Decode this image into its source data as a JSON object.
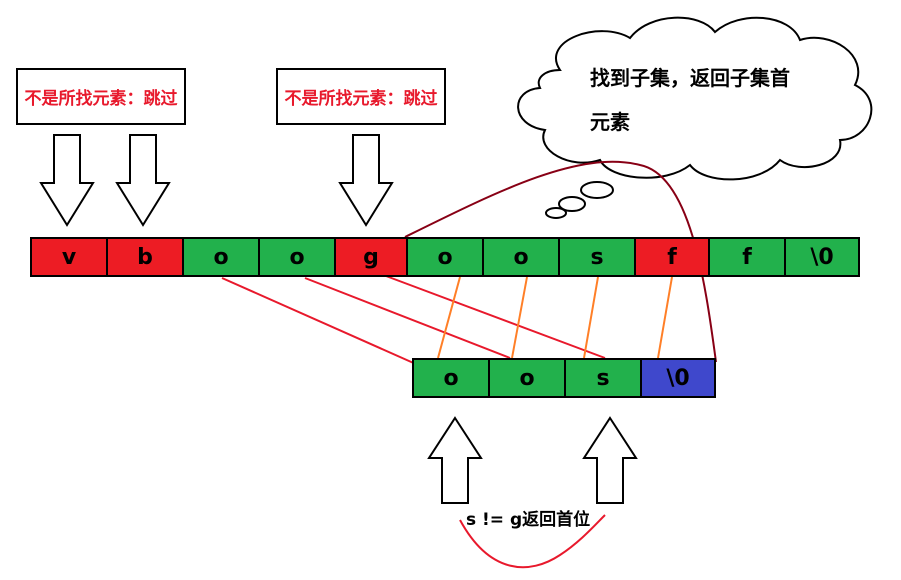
{
  "labels": {
    "skip_left": "不是所找元素：跳过",
    "skip_right": "不是所找元素：跳过",
    "cloud": "找到子集，返回子集首元素",
    "cloud_line1": "找到子集，返回子集首",
    "cloud_line2": "元素",
    "bottom_note": "s != g返回首位"
  },
  "main_string": [
    {
      "char": "v",
      "state": "skip"
    },
    {
      "char": "b",
      "state": "skip"
    },
    {
      "char": "o",
      "state": "match"
    },
    {
      "char": "o",
      "state": "match"
    },
    {
      "char": "g",
      "state": "skip"
    },
    {
      "char": "o",
      "state": "match"
    },
    {
      "char": "o",
      "state": "match"
    },
    {
      "char": "s",
      "state": "match"
    },
    {
      "char": "f",
      "state": "skip"
    },
    {
      "char": "f",
      "state": "match"
    },
    {
      "char": "\\0",
      "state": "match"
    }
  ],
  "sub_string": [
    {
      "char": "o",
      "state": "match"
    },
    {
      "char": "o",
      "state": "match"
    },
    {
      "char": "s",
      "state": "match"
    },
    {
      "char": "\\0",
      "state": "terminator"
    }
  ],
  "colors": {
    "skip": "#ed1c24",
    "match": "#22b14c",
    "terminator": "#3f48cc",
    "label_text": "#e8192c",
    "red_line": "#e8192c",
    "orange_line": "#ff7f27",
    "dark_red_line": "#880015"
  }
}
